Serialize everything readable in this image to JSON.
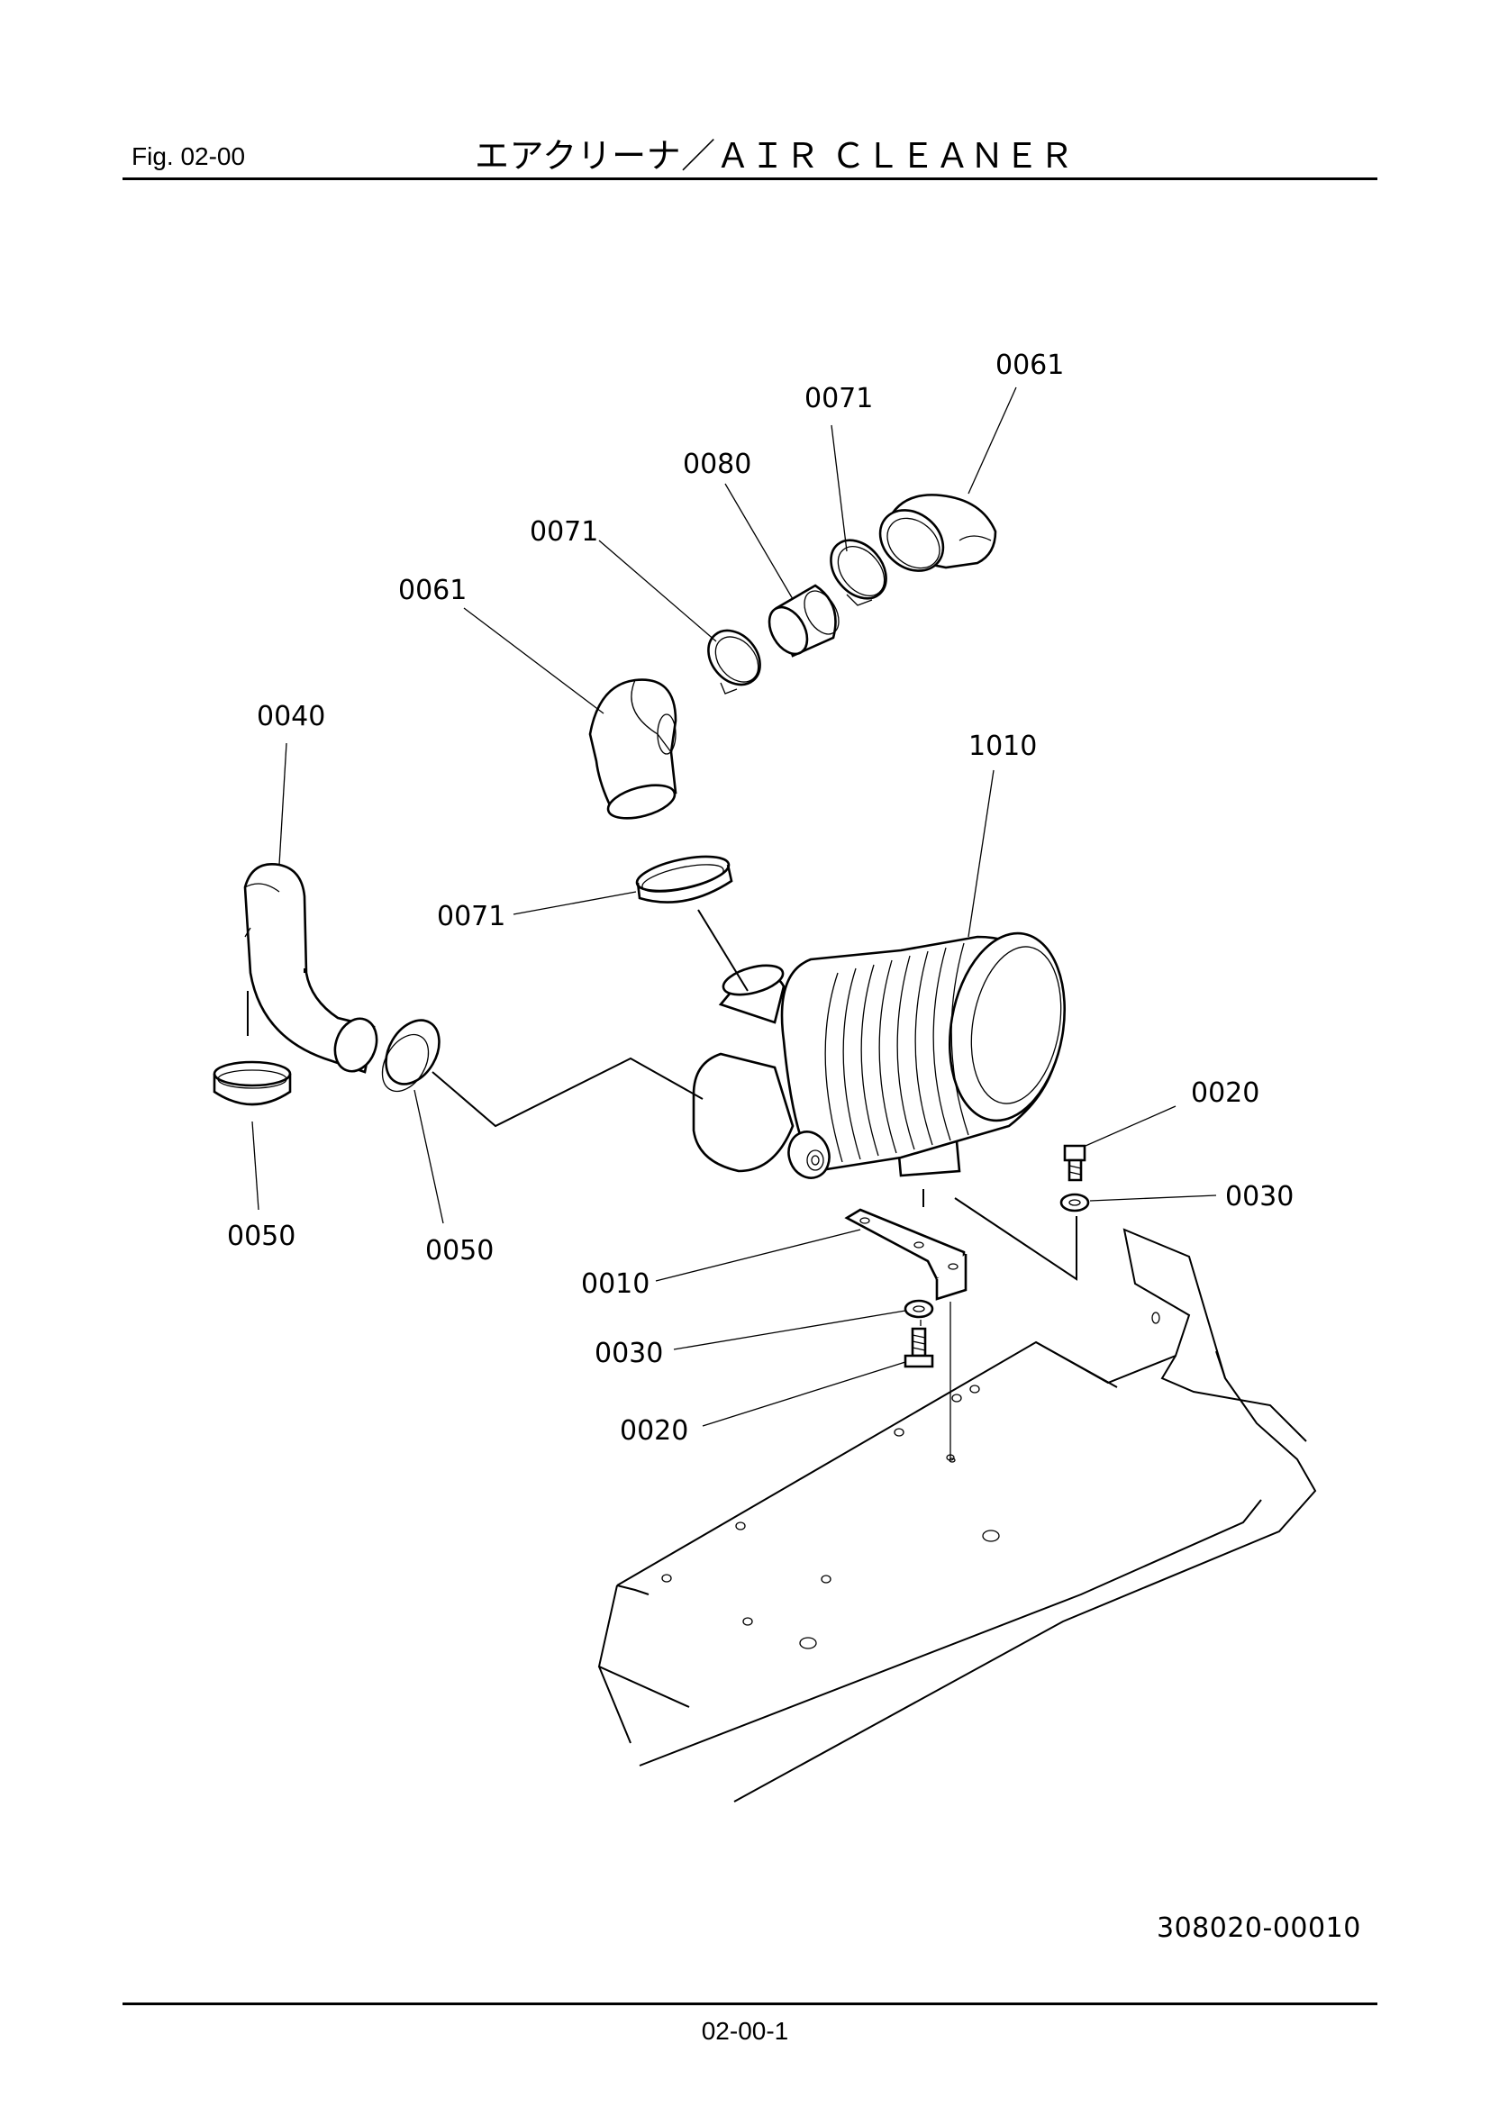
{
  "header": {
    "figure_label": "Fig.  02-00",
    "title": "エアクリーナ／ＡＩＲ ＣＬＥＡＮＥＲ"
  },
  "diagram": {
    "callouts": {
      "c0061_top": "0061",
      "c0071_top": "0071",
      "c0080": "0080",
      "c0071_mid": "0071",
      "c0061_left": "0061",
      "c0040": "0040",
      "c1010": "1010",
      "c0071_low": "0071",
      "c0020_right": "0020",
      "c0030_right": "0030",
      "c0050_left": "0050",
      "c0050_right": "0050",
      "c0010": "0010",
      "c0030_bottom": "0030",
      "c0020_bottom": "0020"
    }
  },
  "footer": {
    "drawing_id": "308020-00010",
    "page_number": "02-00-1"
  }
}
